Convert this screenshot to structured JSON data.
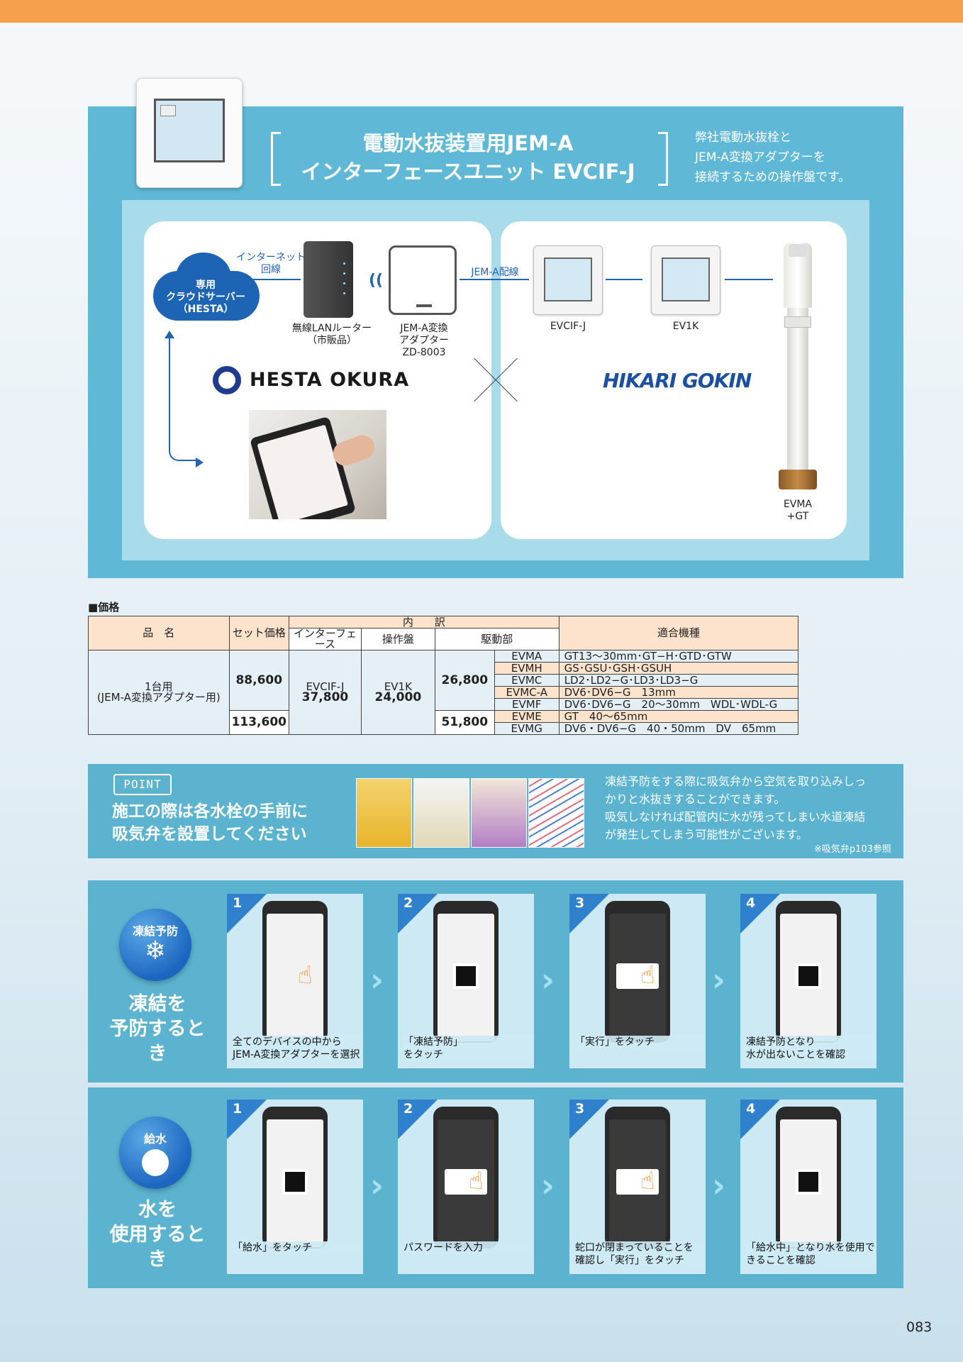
{
  "hero": {
    "title_line1": "電動水抜装置用JEM-A",
    "title_line2": "インターフェースユニット EVCIF-J",
    "description": [
      "弊社電動水抜栓と",
      "JEM-A変換アダプターを",
      "接続するための操作盤です。"
    ]
  },
  "diagram": {
    "cloud": [
      "専用",
      "クラウドサーバー",
      "（HESTA）"
    ],
    "internet_label": [
      "インターネット",
      "回線"
    ],
    "router_label": [
      "無線LANルーター",
      "（市販品）"
    ],
    "adapter_label": [
      "JEM-A変換",
      "アダプター",
      "ZD-8003"
    ],
    "jem_wiring_label": "JEM-A配線",
    "unit_label": "EVCIF-J",
    "controller_label": "EV1K",
    "valve_label": [
      "EVMA",
      "+GT"
    ],
    "logo_left": "HESTA OKURA",
    "logo_right": "HIKARI GOKIN"
  },
  "price": {
    "section_title": "■価格",
    "headers": {
      "name": "品　名",
      "set_price": "セット価格",
      "breakdown": "内　　訳",
      "interface": "インターフェース",
      "panel": "操作盤",
      "drive": "駆動部",
      "compatible": "適合機種"
    },
    "product_name": [
      "1台用",
      "(JEM-A変換アダプター用)"
    ],
    "set_price_1": "88,600",
    "set_price_2": "113,600",
    "interface_model": "EVCIF-J",
    "interface_price": "37,800",
    "panel_model": "EV1K",
    "panel_price": "24,000",
    "drive_price_1": "26,800",
    "drive_price_2": "51,800",
    "rows": [
      {
        "model": "EVMA",
        "fit": "GT13〜30mm･GT−H･GTD･GTW"
      },
      {
        "model": "EVMH",
        "fit": "GS･GSU･GSH･GSUH"
      },
      {
        "model": "EVMC",
        "fit": "LD2･LD2−G･LD3･LD3−G"
      },
      {
        "model": "EVMC-A",
        "fit": "DV6･DV6−G　13mm"
      },
      {
        "model": "EVMF",
        "fit": "DV6･DV6−G　20〜30mm　WDL･WDL-G"
      },
      {
        "model": "EVME",
        "fit": "GT　40〜65mm"
      },
      {
        "model": "EVMG",
        "fit": "DV6・DV6−G　40・50mm　DV　65mm"
      }
    ]
  },
  "point": {
    "badge": "POINT",
    "title_line1": "施工の際は各水栓の手前に",
    "title_line2": "吸気弁を設置してください",
    "text": [
      "凍結予防をする際に吸気弁から空気を取り込みしっ",
      "かりと水抜きすることができます。",
      "吸気しなければ配管内に水が残ってしまい水道凍結",
      "が発生してしまう可能性がございます。"
    ],
    "note": "※吸気弁p103参照"
  },
  "freeze": {
    "badge": "凍結予防",
    "icon": "snowflake-icon",
    "title_line1": "凍結を",
    "title_line2": "予防するとき",
    "steps": [
      {
        "num": "1",
        "caption": [
          "全てのデバイスの中から",
          "JEM-A変換アダプターを選択"
        ]
      },
      {
        "num": "2",
        "caption": [
          "「凍結予防」",
          "をタッチ"
        ]
      },
      {
        "num": "3",
        "caption": [
          "「実行」をタッチ"
        ]
      },
      {
        "num": "4",
        "caption": [
          "凍結予防となり",
          "水が出ないことを確認"
        ]
      }
    ]
  },
  "supply": {
    "badge": "給水",
    "title_line1": "水を",
    "title_line2": "使用するとき",
    "steps": [
      {
        "num": "1",
        "caption": [
          "「給水」をタッチ"
        ]
      },
      {
        "num": "2",
        "caption": [
          "パスワードを入力"
        ]
      },
      {
        "num": "3",
        "caption": [
          "蛇口が閉まっていることを",
          "確認し「実行」をタッチ"
        ]
      },
      {
        "num": "4",
        "caption": [
          "「給水中」となり水を使用で",
          "きることを確認"
        ]
      }
    ]
  },
  "page_number": "083",
  "colors": {
    "top_bar": "#f7a04b",
    "hero_blue": "#5fb8d5",
    "accent_blue": "#2364b2",
    "table_header": "#fde3cc"
  }
}
